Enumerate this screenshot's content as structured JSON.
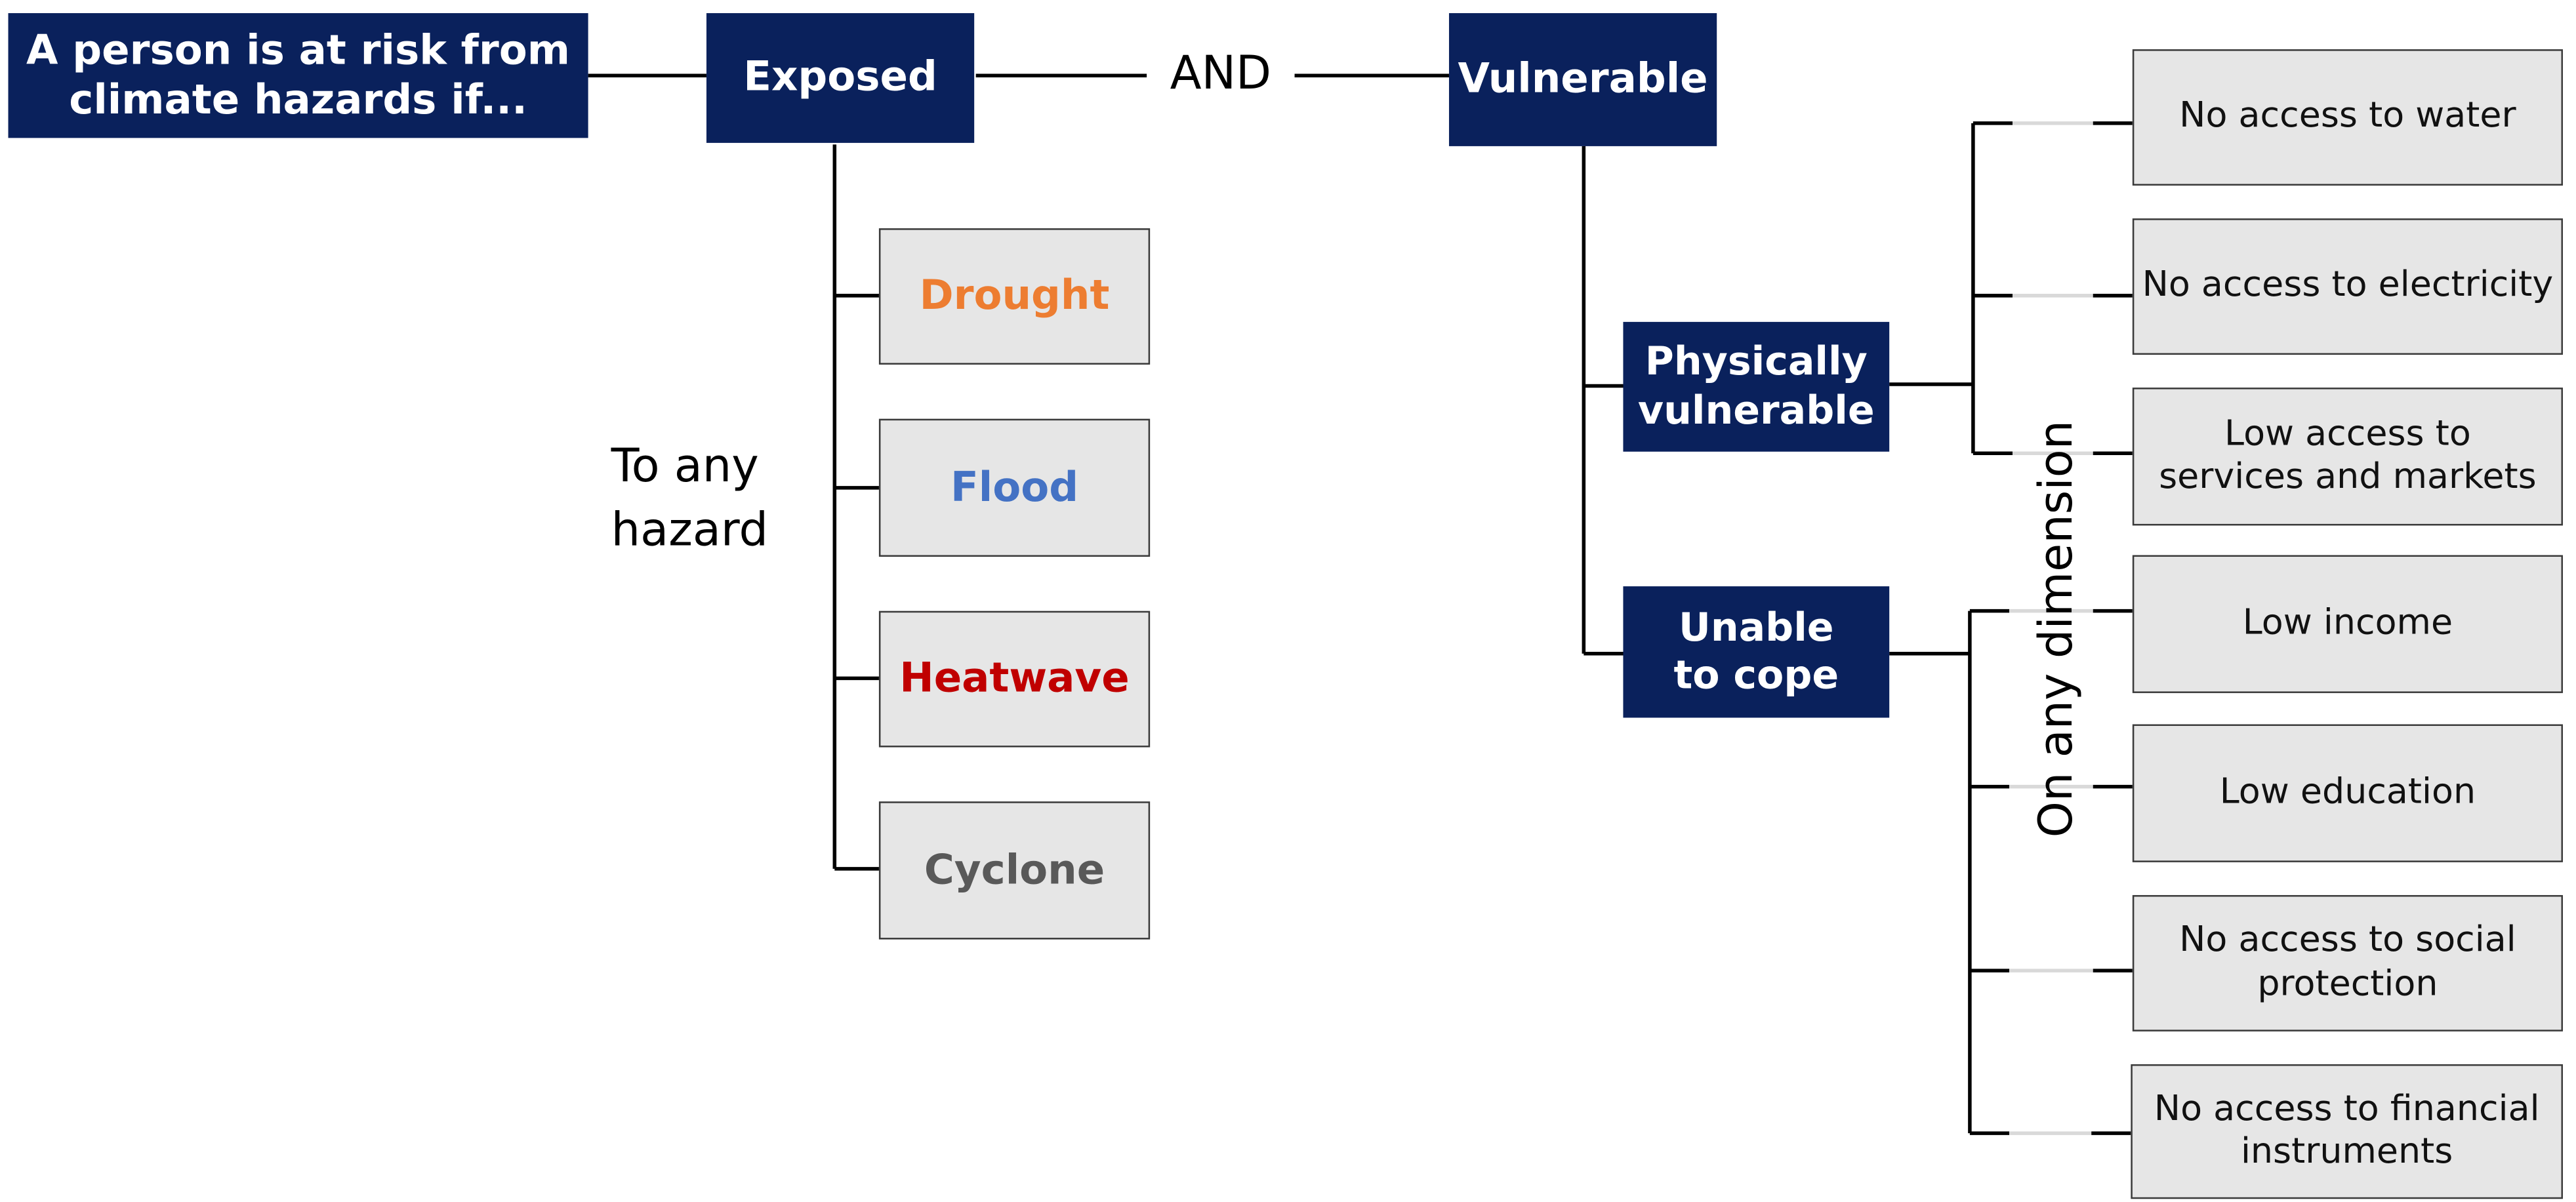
{
  "root": {
    "label": "A person is at risk from climate hazards if..."
  },
  "exposed": {
    "label": "Exposed"
  },
  "connector": {
    "label": "AND"
  },
  "vulnerable": {
    "label": "Vulnerable"
  },
  "hazards_caption": "To any hazard",
  "hazards": [
    {
      "label": "Drought",
      "color": "#ed7d31"
    },
    {
      "label": "Flood",
      "color": "#4472c4"
    },
    {
      "label": "Heatwave",
      "color": "#c00000"
    },
    {
      "label": "Cyclone",
      "color": "#595959"
    }
  ],
  "physically_vulnerable": {
    "label": "Physically vulnerable"
  },
  "unable_to_cope": {
    "label": "Unable to cope"
  },
  "dimensions_caption": "On any dimension",
  "physical_dimensions": [
    "No access to water",
    "No access to electricity",
    "Low access to services and markets"
  ],
  "coping_dimensions": [
    "Low income",
    "Low education",
    "No access to social protection",
    "No access to financial instruments"
  ],
  "colors": {
    "navy": "#0a215c",
    "box_fill": "#e6e6e6",
    "line": "#000000"
  }
}
